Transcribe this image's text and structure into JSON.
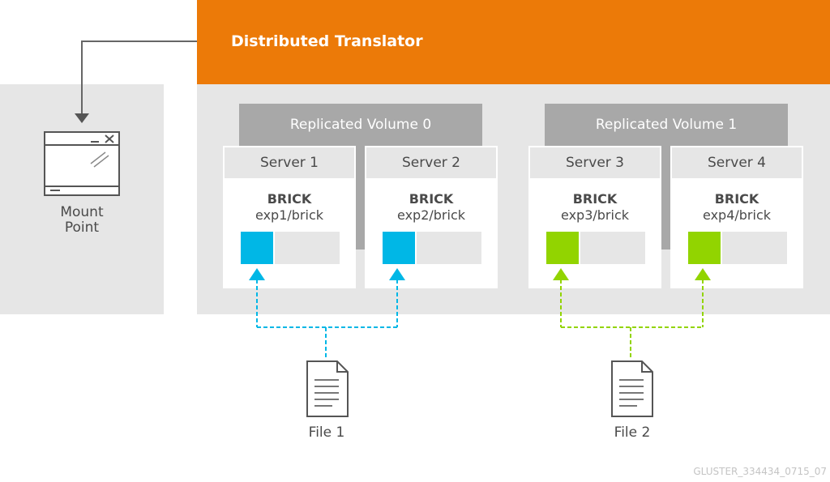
{
  "header": {
    "title": "Distributed Translator",
    "color": "#ec7a08"
  },
  "mount_point": {
    "line1": "Mount",
    "line2": "Point",
    "icon": "window-icon"
  },
  "volumes": [
    {
      "label": "Replicated Volume 0"
    },
    {
      "label": "Replicated Volume 1"
    }
  ],
  "servers": [
    {
      "name": "Server 1",
      "brick": "BRICK",
      "path": "exp1/brick",
      "color": "#00b7e6"
    },
    {
      "name": "Server 2",
      "brick": "BRICK",
      "path": "exp2/brick",
      "color": "#00b7e6"
    },
    {
      "name": "Server 3",
      "brick": "BRICK",
      "path": "exp3/brick",
      "color": "#92d400"
    },
    {
      "name": "Server 4",
      "brick": "BRICK",
      "path": "exp4/brick",
      "color": "#92d400"
    }
  ],
  "files": [
    {
      "label": "File 1",
      "color": "#00b7e6",
      "icon": "document-icon"
    },
    {
      "label": "File 2",
      "color": "#92d400",
      "icon": "document-icon"
    }
  ],
  "footer": {
    "code": "GLUSTER_334434_0715_07"
  }
}
